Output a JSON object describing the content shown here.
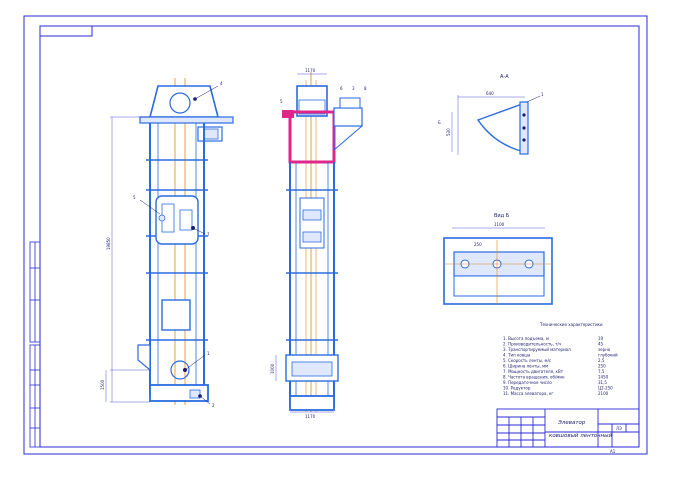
{
  "drawing": {
    "sheet_format": "A1",
    "title_line1": "Элеватор",
    "title_line2": "ковшовый ленточный",
    "sheet_code": "ЛЭ",
    "views": {
      "section_aa": "А-А",
      "view_b": "Вид Б"
    },
    "specs_title": "Технические характеристики",
    "specs": [
      {
        "label": "1. Высота подъема, м",
        "value": "19"
      },
      {
        "label": "2. Производительность, т/ч",
        "value": "45"
      },
      {
        "label": "3. Транспортируемый материал",
        "value": "зерно"
      },
      {
        "label": "4. Тип ковша",
        "value": "глубокий"
      },
      {
        "label": "5. Скорость ленты, м/с",
        "value": "2,5"
      },
      {
        "label": "6. Ширина ленты, мм",
        "value": "250"
      },
      {
        "label": "7. Мощность двигателя, кВт",
        "value": "7,5"
      },
      {
        "label": "8. Частота вращения, об/мин",
        "value": "1450"
      },
      {
        "label": "9. Передаточное число",
        "value": "31,5"
      },
      {
        "label": "10. Редуктор",
        "value": "Ц2-250"
      },
      {
        "label": "11. Масса элеватора, кг",
        "value": "2100"
      }
    ],
    "dimensions": {
      "total_height": "19850",
      "lower_height": "1500",
      "top_width": "1170",
      "bottom_width": "1170",
      "section_width": "640",
      "section_height": "530",
      "view_b_width": "1100",
      "view_b_inner": "250",
      "shoe_height": "1000"
    },
    "callouts": [
      "1",
      "2",
      "3",
      "4",
      "5",
      "6",
      "7",
      "8"
    ]
  }
}
